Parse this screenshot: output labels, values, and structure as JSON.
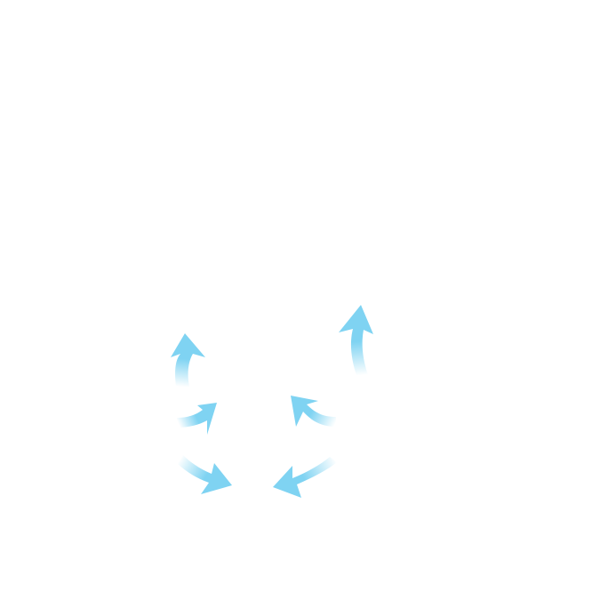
{
  "canvas": {
    "background": "#ffffff"
  },
  "arrows": {
    "color": "#7fd3f2",
    "fade_color": "#ffffff",
    "items": [
      {
        "name": "arrow-up-left",
        "direction": "up"
      },
      {
        "name": "arrow-curve-right-middle-left",
        "direction": "right"
      },
      {
        "name": "arrow-down-right-bottom-left",
        "direction": "down-right"
      },
      {
        "name": "arrow-down-left-bottom-right",
        "direction": "down-left"
      },
      {
        "name": "arrow-curve-left-middle-right",
        "direction": "up-left"
      },
      {
        "name": "arrow-up-right",
        "direction": "up"
      }
    ]
  }
}
